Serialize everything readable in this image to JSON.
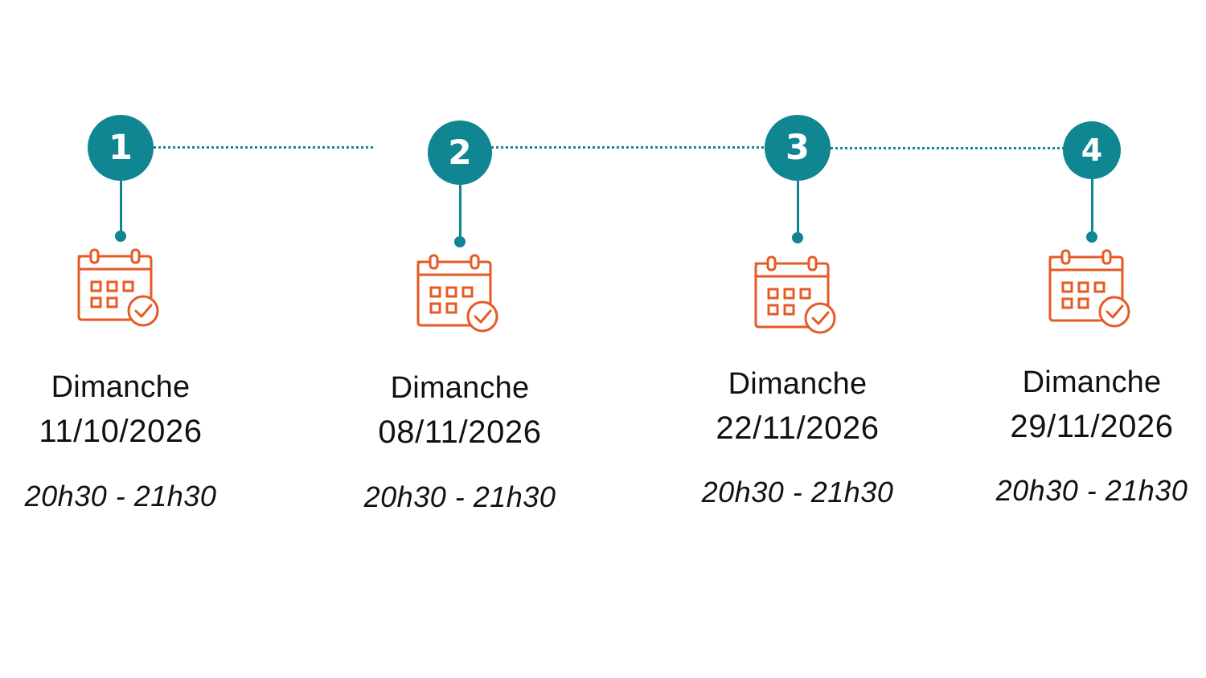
{
  "steps": [
    {
      "number": "1",
      "day": "Dimanche",
      "date": "11/10/2026",
      "time": "20h30 - 21h30",
      "icon": "calendar-check-icon"
    },
    {
      "number": "2",
      "day": "Dimanche",
      "date": "08/11/2026",
      "time": "20h30 - 21h30",
      "icon": "calendar-check-icon"
    },
    {
      "number": "3",
      "day": "Dimanche",
      "date": "22/11/2026",
      "time": "20h30 - 21h30",
      "icon": "calendar-check-icon"
    },
    {
      "number": "4",
      "day": "Dimanche",
      "date": "29/11/2026",
      "time": "20h30 - 21h30",
      "icon": "calendar-check-icon"
    }
  ],
  "colors": {
    "badge": "#0f8692",
    "calendar": "#e65a25",
    "text": "#111111",
    "connector": "#14868f"
  }
}
